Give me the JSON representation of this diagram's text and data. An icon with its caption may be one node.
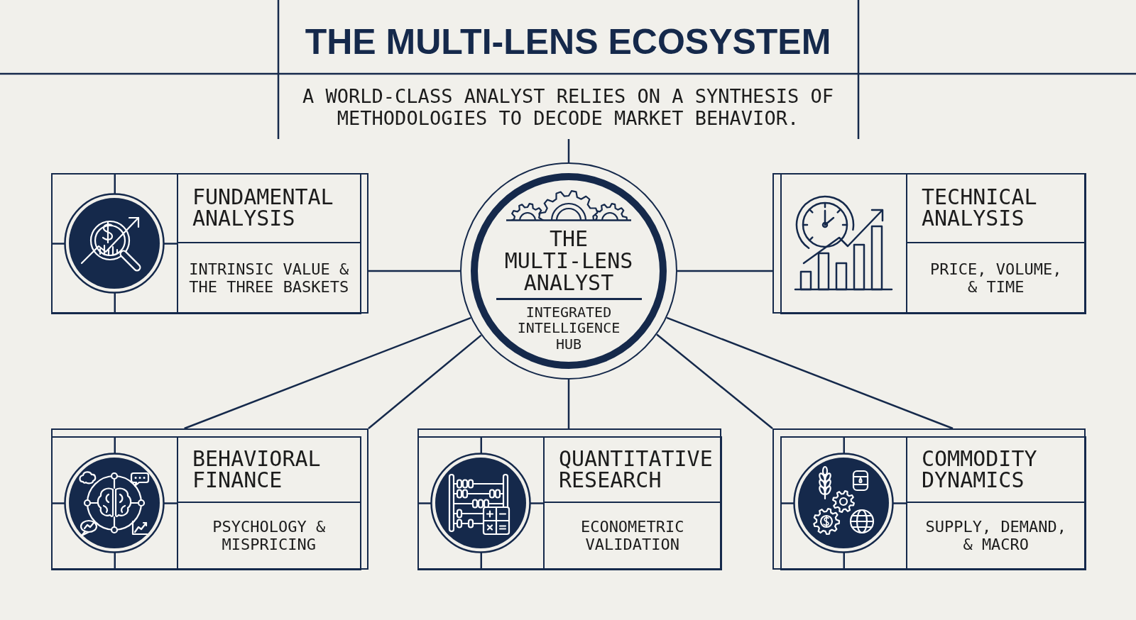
{
  "diagram": {
    "title": "THE MULTI-LENS ECOSYSTEM",
    "nodes": [
      {
        "text": [
          "FUNDAMENTAL ANALYSIS",
          "INTRINSIC VALUE & THE THREE BASKETS"
        ]
      },
      {
        "text": [
          "THE MULTI-LENS ANALYST",
          "INTEGRATED INTELLIGENCE HUB"
        ]
      },
      {
        "text": [
          "TECHNICAL ANALYSIS",
          "PRICE, VOLUME, & TIME"
        ]
      },
      {
        "text": [
          "BEHAVIORAL FINANCE",
          "PSYCHOLOGY & MISPRICING"
        ]
      },
      {
        "text": [
          "QUANTITATIVE RESEARCH",
          "ECONOMETRIC VALIDATION"
        ]
      },
      {
        "text": [
          "COMMODITY DYNAMICS",
          "SUPPLY, DEMAND, & MACRO"
        ]
      }
    ],
    "edges": [
      {
        "from": null,
        "to": 1,
        "arrow": "none"
      },
      {
        "from": 1,
        "to": 0,
        "arrow": "none"
      },
      {
        "from": 1,
        "to": 2,
        "arrow": "none"
      },
      {
        "from": 1,
        "to": 3,
        "arrow": "none"
      },
      {
        "from": 1,
        "to": 3,
        "arrow": "none"
      },
      {
        "from": 1,
        "to": 4,
        "arrow": "none"
      },
      {
        "from": 1,
        "to": 5,
        "arrow": "none"
      },
      {
        "from": 1,
        "to": 5,
        "arrow": "none"
      }
    ],
    "labels": [
      "A WORLD-CLASS ANALYST RELIES ON A SYNTHESIS OF METHODOLOGIES TO DECODE MARKET BEHAVIOR."
    ]
  }
}
